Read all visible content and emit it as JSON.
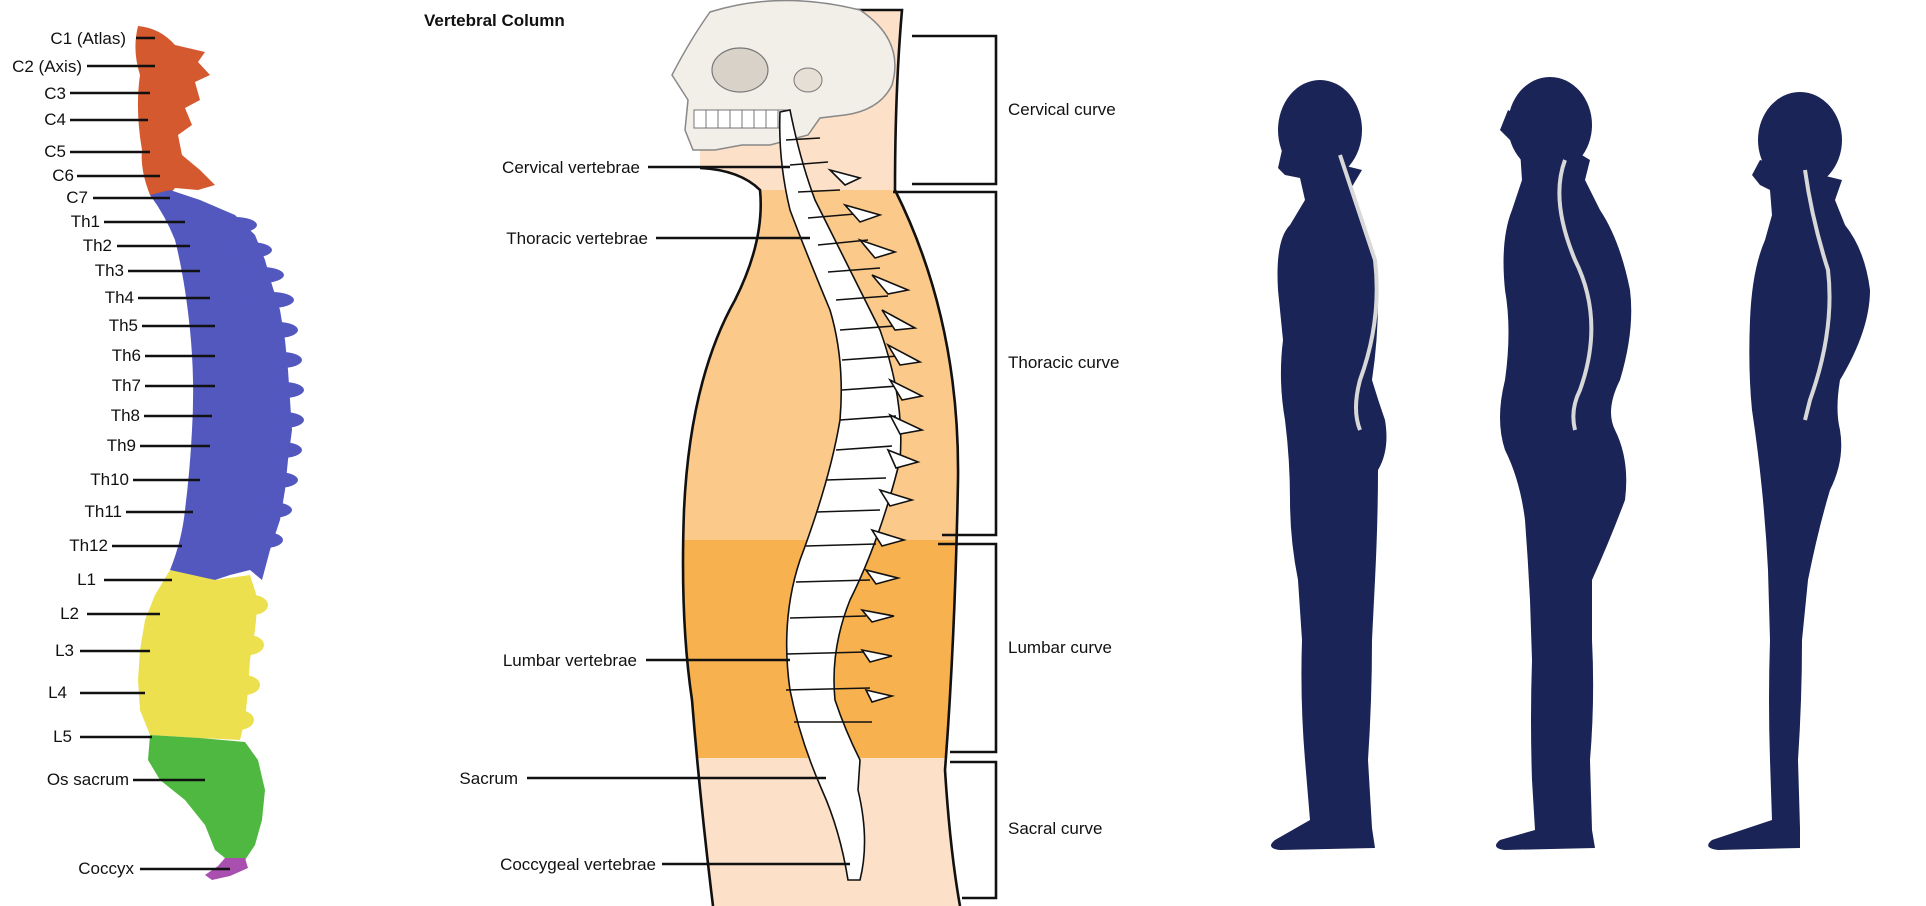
{
  "title": "Vertebral Column",
  "spine_labels": [
    "C1 (Atlas)",
    "C2 (Axis)",
    "C3",
    "C4",
    "C5",
    "C6",
    "C7",
    "Th1",
    "Th2",
    "Th3",
    "Th4",
    "Th5",
    "Th6",
    "Th7",
    "Th8",
    "Th9",
    "Th10",
    "Th11",
    "Th12",
    "L1",
    "L2",
    "L3",
    "L4",
    "L5",
    "Os sacrum",
    "Coccyx"
  ],
  "region_colors": {
    "cervical": "#d4592f",
    "thoracic": "#5358bf",
    "lumbar": "#ece04f",
    "sacrum": "#4fb840",
    "coccyx": "#a84fb0"
  },
  "vertebrae_labels": [
    "Cervical vertebrae",
    "Thoracic vertebrae",
    "Lumbar vertebrae",
    "Sacrum",
    "Coccygeal vertebrae"
  ],
  "curve_labels": [
    "Cervical curve",
    "Thoracic curve",
    "Lumbar curve",
    "Sacral curve"
  ],
  "torso_colors": {
    "cervical": "#fde0c8",
    "thoracic": "#fbc98a",
    "lumbar": "#f7b24f",
    "sacral": "#fde0c8"
  },
  "silhouette_color": "#1a2456",
  "spine_line_color": "#d8d8d8"
}
